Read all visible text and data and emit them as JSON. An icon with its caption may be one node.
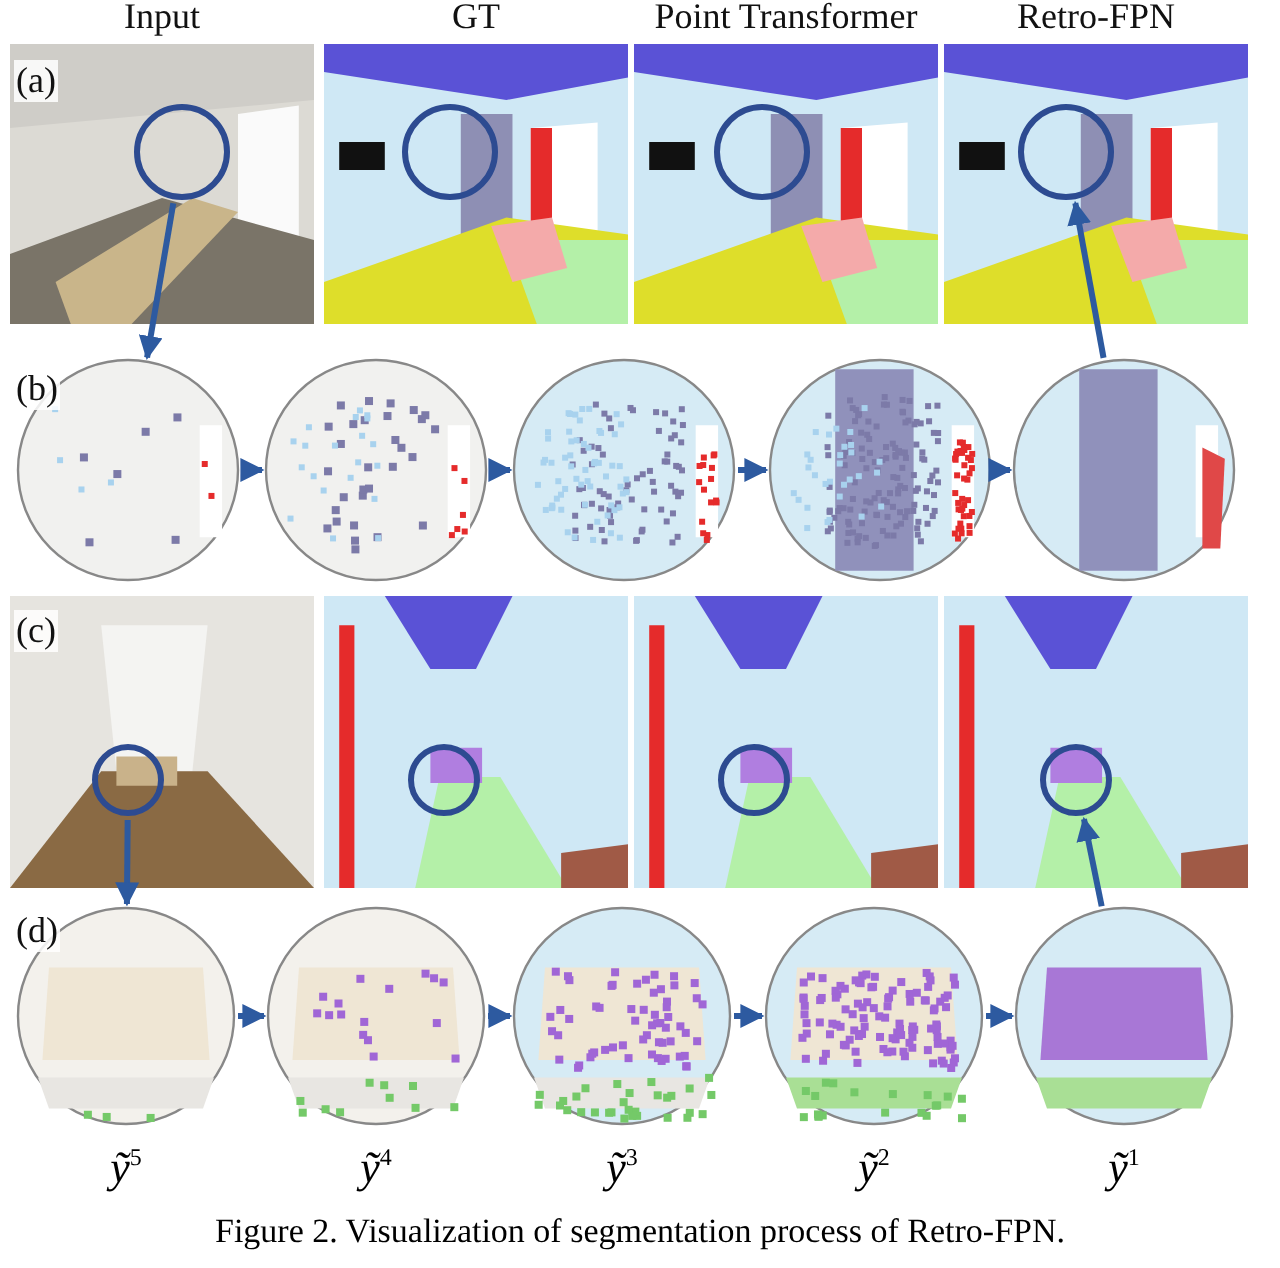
{
  "diagram": {
    "caption": "Figure 2. Visualization of segmentation process of Retro-FPN.",
    "nodes": [
      {
        "text": [],
        "shape": "picture"
      },
      {
        "text": [],
        "shape": "circle",
        "in": 0
      },
      {
        "text": [],
        "shape": "picture"
      },
      {
        "text": [],
        "shape": "circle",
        "in": 2
      },
      {
        "text": [],
        "shape": "picture"
      },
      {
        "text": [],
        "shape": "circle",
        "in": 4
      },
      {
        "text": [],
        "shape": "picture"
      },
      {
        "text": [],
        "shape": "circle",
        "in": 6
      },
      {
        "text": [],
        "shape": "picture"
      },
      {
        "text": [],
        "shape": "picture"
      },
      {
        "text": [],
        "shape": "picture"
      },
      {
        "text": [],
        "shape": "picture"
      },
      {
        "text": [],
        "shape": "picture"
      },
      {
        "text": [],
        "shape": "picture"
      },
      {
        "text": [],
        "shape": "circle",
        "in": 13
      },
      {
        "text": [],
        "shape": "picture"
      },
      {
        "text": [],
        "shape": "circle",
        "in": 15
      },
      {
        "text": [],
        "shape": "picture"
      },
      {
        "text": [],
        "shape": "circle",
        "in": 17
      },
      {
        "text": [],
        "shape": "picture"
      },
      {
        "text": [],
        "shape": "circle",
        "in": 19
      },
      {
        "text": [],
        "shape": "picture",
        "beside": [
          "ỹ$^{5}$"
        ]
      },
      {
        "text": [],
        "shape": "picture",
        "beside": [
          "ỹ$^{4}$"
        ]
      },
      {
        "text": [],
        "shape": "picture",
        "beside": [
          "ỹ$^{3}$"
        ]
      },
      {
        "text": [],
        "shape": "picture",
        "beside": [
          "ỹ$^{2}$"
        ]
      },
      {
        "text": [],
        "shape": "picture",
        "beside": [
          "ỹ$^{1}$"
        ]
      }
    ],
    "edges": [
      {
        "from": 1,
        "to": 8,
        "arrow": "to"
      },
      {
        "from": 8,
        "to": 9,
        "arrow": "to"
      },
      {
        "from": 9,
        "to": 10,
        "arrow": "to"
      },
      {
        "from": 10,
        "to": 11,
        "arrow": "to"
      },
      {
        "from": 11,
        "to": 12,
        "arrow": "to"
      },
      {
        "from": 12,
        "to": 7,
        "arrow": "to"
      },
      {
        "from": 14,
        "to": 21,
        "arrow": "to"
      },
      {
        "from": 21,
        "to": 22,
        "arrow": "to"
      },
      {
        "from": 22,
        "to": 23,
        "arrow": "to"
      },
      {
        "from": 23,
        "to": 24,
        "arrow": "to"
      },
      {
        "from": 24,
        "to": 25,
        "arrow": "to"
      },
      {
        "from": 25,
        "to": 20,
        "arrow": "to"
      }
    ],
    "labels": [
      "Input",
      "GT",
      "Point Transformer",
      "Retro-FPN",
      "(a)",
      "(b)",
      "(c)",
      "(d)"
    ]
  }
}
